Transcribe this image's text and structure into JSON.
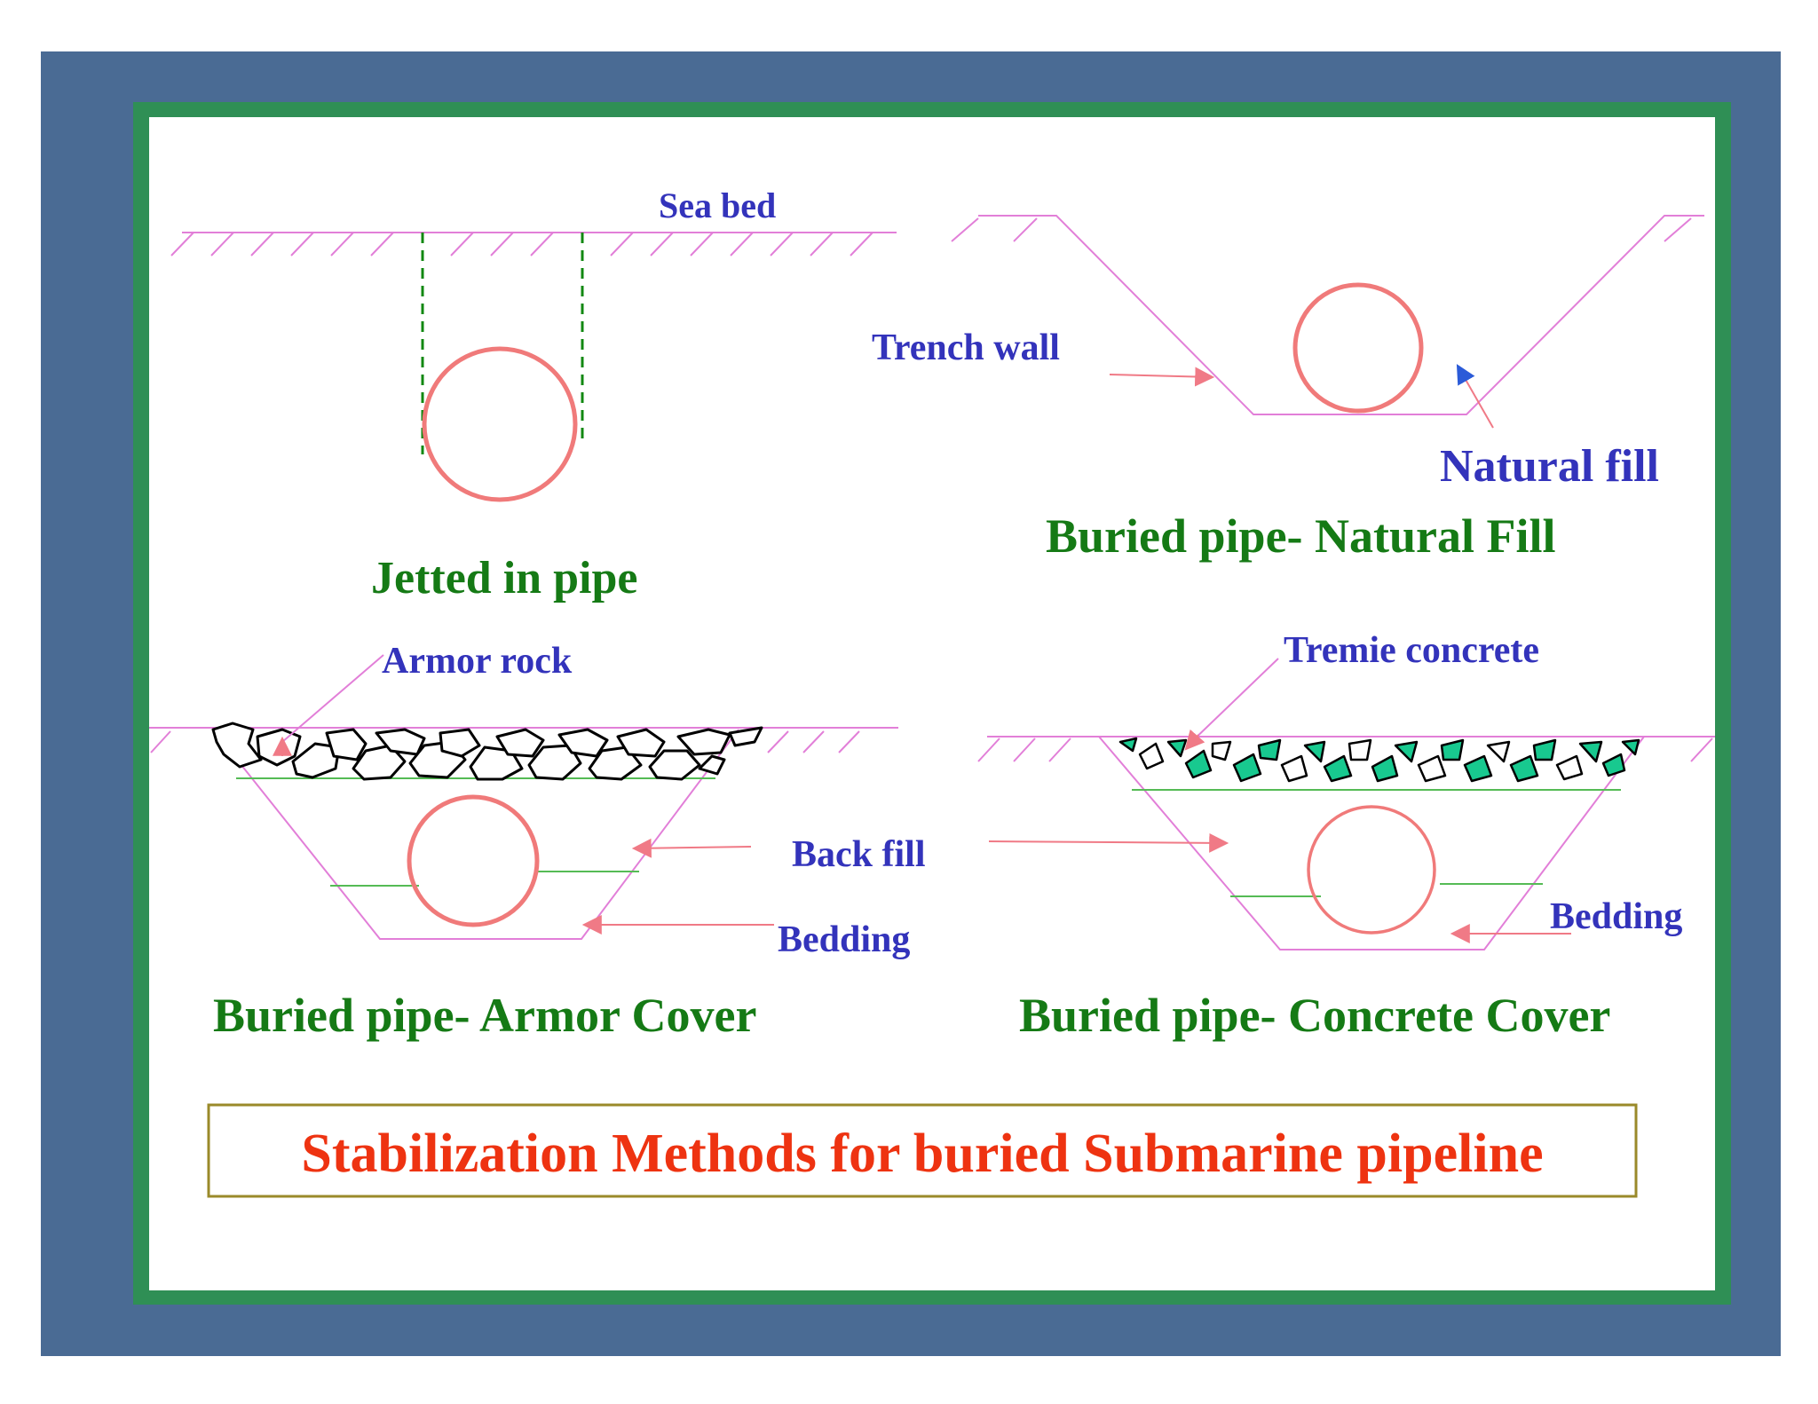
{
  "colors": {
    "slide_frame": "#4a6b94",
    "panel_border": "#2f8f55",
    "panel_bg": "#ffffff",
    "seabed_line": "#e27fd8",
    "pipe": "#f07a7a",
    "arrow": "#f07a86",
    "label_blue": "#3333bb",
    "caption_green": "#157a15",
    "title_red": "#ee3311",
    "title_box": "#9a8a2a",
    "dashed_green": "#118811",
    "concrete_fill": "#18c98f"
  },
  "labels": {
    "sea_bed": "Sea bed",
    "trench_wall": "Trench wall",
    "natural_fill": "Natural fill",
    "armor_rock": "Armor rock",
    "tremie_concrete": "Tremie concrete",
    "back_fill": "Back fill",
    "bedding_left": "Bedding",
    "bedding_right": "Bedding"
  },
  "captions": {
    "jetted": "Jetted in pipe",
    "natural_fill": "Buried pipe- Natural Fill",
    "armor_cover": "Buried pipe- Armor Cover",
    "concrete_cover": "Buried pipe- Concrete Cover"
  },
  "title": "Stabilization Methods for buried Submarine pipeline"
}
